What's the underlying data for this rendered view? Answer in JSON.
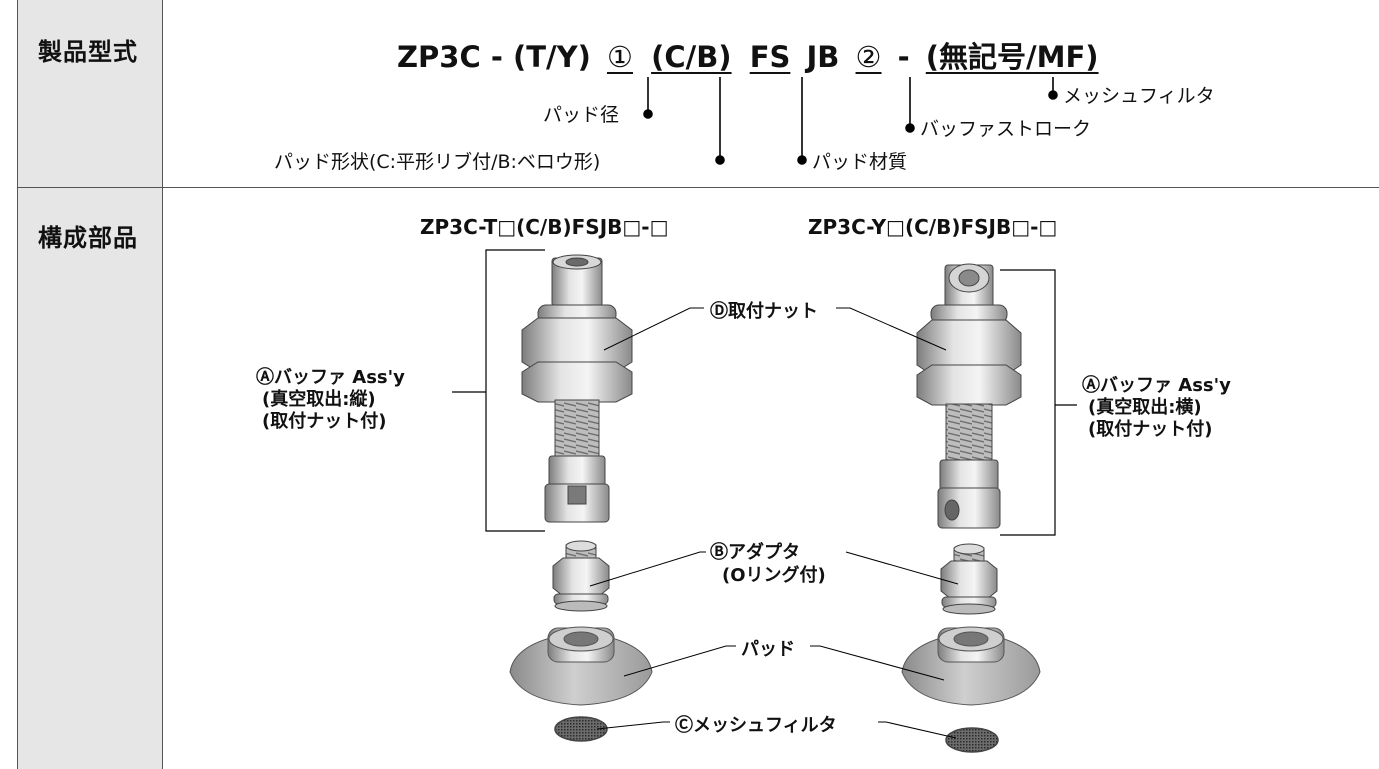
{
  "rows": {
    "model_label": "製品型式",
    "parts_label": "構成部品"
  },
  "formula": {
    "prefix": "ZP3C - (T/Y)",
    "slot1": "①",
    "seg_cb": "(C/B)",
    "seg_fs": "FS",
    "seg_jb": "JB",
    "slot2": "②",
    "dash": "-",
    "seg_mf": "(無記号/MF)"
  },
  "callouts": {
    "pad_diameter": "パッド径",
    "pad_shape": "パッド形状(C:平形リブ付/B:ベロウ形)",
    "pad_material": "パッド材質",
    "buffer_stroke": "バッファストローク",
    "mesh_filter": "メッシュフィルタ"
  },
  "models": {
    "left": "ZP3C-T□(C/B)FSJB□-□",
    "right": "ZP3C-Y□(C/B)FSJB□-□"
  },
  "parts": {
    "buffer_left": [
      "Ⓐバッファ Ass'y",
      "(真空取出:縦)",
      "(取付ナット付)"
    ],
    "buffer_right": [
      "Ⓐバッファ Ass'y",
      "(真空取出:横)",
      "(取付ナット付)"
    ],
    "mount_nut": "Ⓓ取付ナット",
    "adapter": [
      "Ⓑアダプタ",
      "(Oリング付)"
    ],
    "pad": "パッド",
    "mesh": "Ⓒメッシュフィルタ"
  }
}
